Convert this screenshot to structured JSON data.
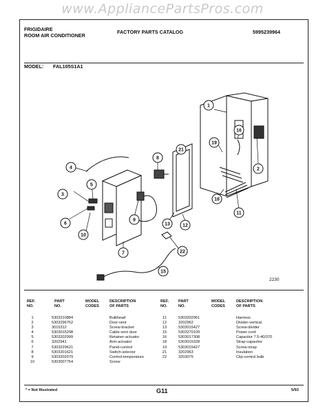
{
  "watermark": "www.AppliancePartsPros.com",
  "header": {
    "brand": "FRIGIDAIRE",
    "product": "ROOM AIR CONDITIONER",
    "catalog": "FACTORY PARTS CATALOG",
    "catalog_number": "5995239964",
    "model_label": "MODEL:",
    "model": "FAL105S1A1"
  },
  "diagram": {
    "callouts": [
      "1",
      "2",
      "3",
      "4",
      "5",
      "6",
      "7",
      "8",
      "9",
      "10",
      "11",
      "12",
      "13",
      "15",
      "16",
      "18",
      "19",
      "21",
      "22"
    ],
    "figure_code": "2230"
  },
  "table": {
    "headers": {
      "ref": [
        "REF.",
        "NO."
      ],
      "part": [
        "PART",
        "NO."
      ],
      "model": [
        "MODEL",
        "CODES"
      ],
      "desc": [
        "DESCRIPTION",
        "OF PARTS"
      ]
    },
    "left_rows": [
      {
        "ref": "1",
        "part": "5303210884",
        "desc": "Bulkhead"
      },
      {
        "ref": "2",
        "part": "5303296752",
        "desc": "Door-vent"
      },
      {
        "ref": "3",
        "part": "3015312",
        "desc": "Screw-bracket"
      },
      {
        "ref": "4",
        "part": "5303015298",
        "desc": "Cable-vent door"
      },
      {
        "ref": "5",
        "part": "5303202999",
        "desc": "Retainer-actuator"
      },
      {
        "ref": "6",
        "part": "3202941",
        "desc": "Arm-actuator"
      },
      {
        "ref": "7",
        "part": "5303229621",
        "desc": "Panel-control"
      },
      {
        "ref": "8",
        "part": "5303201621",
        "desc": "Switch-selector"
      },
      {
        "ref": "9",
        "part": "5303202079",
        "desc": "Control-temperature"
      },
      {
        "ref": "10",
        "part": "5303007754",
        "desc": "Screw"
      }
    ],
    "right_rows": [
      {
        "ref": "11",
        "part": "5303202961",
        "desc": "Harness"
      },
      {
        "ref": "12",
        "part": "3202962",
        "desc": "Divider-vertical"
      },
      {
        "ref": "13",
        "part": "5303015427",
        "desc": "Screw-divider"
      },
      {
        "ref": "15",
        "part": "5303270109",
        "desc": "Power-cord"
      },
      {
        "ref": "16",
        "part": "5303017308",
        "desc": "Capacitor 7.5-40/370"
      },
      {
        "ref": "18",
        "part": "5303015328",
        "desc": "Strap-capacitor"
      },
      {
        "ref": "19",
        "part": "5303015427",
        "desc": "Screw-strap"
      },
      {
        "ref": "21",
        "part": "3202963",
        "desc": "Insulation"
      },
      {
        "ref": "22",
        "part": "3203075",
        "desc": "Clip-control bulb"
      }
    ]
  },
  "footer": {
    "note": "* = Not Illustrated",
    "page": "G11",
    "date": "5/93"
  }
}
